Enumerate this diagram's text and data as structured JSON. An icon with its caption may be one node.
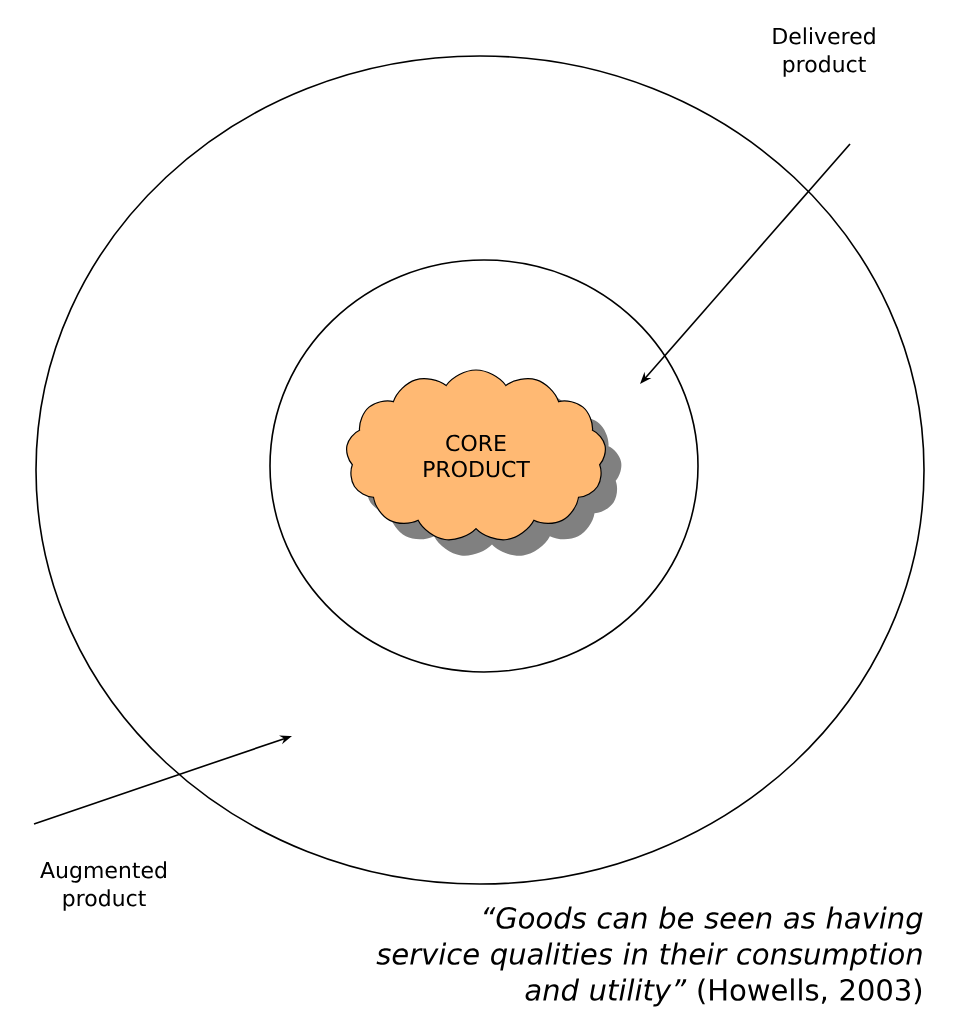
{
  "diagram": {
    "caption": "*“Goods can be seen as having service qualities in their consumption and utility”* (Howells, 2003)",
    "nodes": [
      {
        "text": [],
        "shape": "circle"
      },
      {
        "text": [],
        "shape": "circle",
        "in": 0
      },
      {
        "text": [
          "CORE PRODUCT"
        ],
        "in": 1
      },
      {
        "text": [
          "Delivered product"
        ]
      },
      {
        "text": [
          "Augmented product"
        ]
      }
    ],
    "edges": [
      {
        "from": 3,
        "to": 1,
        "arrow": "to"
      },
      {
        "from": 4,
        "to": 0,
        "arrow": "to"
      }
    ]
  }
}
